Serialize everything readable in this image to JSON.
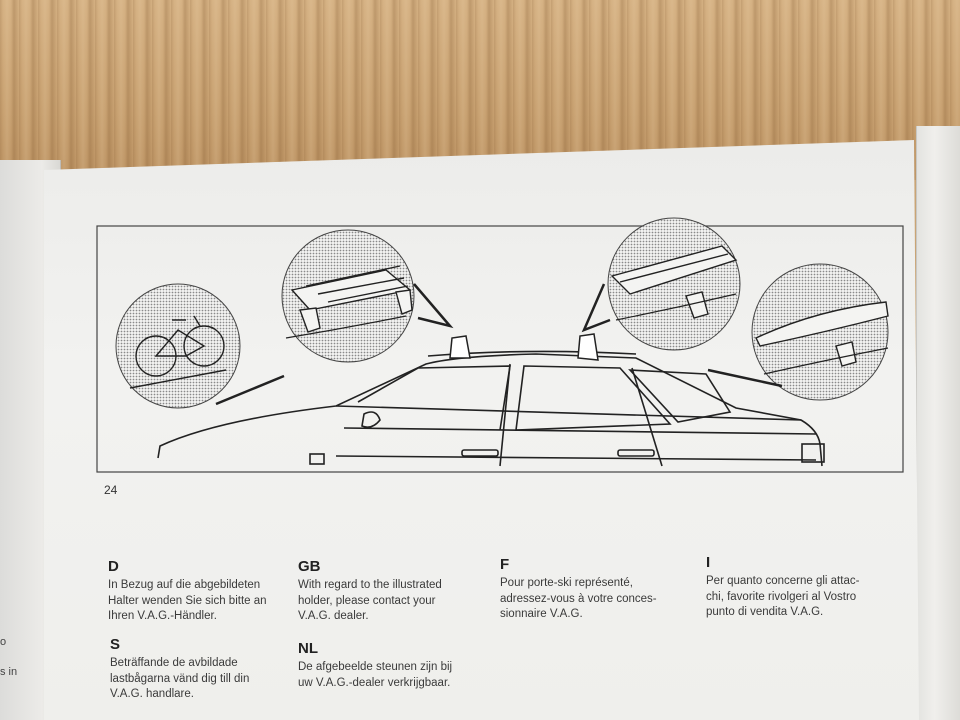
{
  "page_number": "24",
  "left_page_fragments": [
    "o",
    "s in"
  ],
  "instructions": {
    "D": {
      "code": "D",
      "text": "In Bezug auf die abgebildeten\nHalter wenden Sie sich bitte an\nIhren V.A.G.-Händler."
    },
    "S": {
      "code": "S",
      "text": "Beträffande de avbildade\nlastbågarna vänd dig till din\nV.A.G. handlare."
    },
    "GB": {
      "code": "GB",
      "text": "With regard to the illustrated\nholder, please contact your\nV.A.G. dealer."
    },
    "NL": {
      "code": "NL",
      "text": "De afgebeelde steunen zijn bij\nuw V.A.G.-dealer verkrijgbaar."
    },
    "F": {
      "code": "F",
      "text": "Pour porte-ski représenté,\nadressez-vous à votre conces-\nsionnaire V.A.G."
    },
    "I": {
      "code": "I",
      "text": "Per quanto concerne gli attac-\nchi, favorite rivolgeri al Vostro\npunto di vendita V.A.G."
    }
  },
  "illustration": {
    "insets": [
      "bicycle-holder",
      "luggage-rack",
      "ski-box",
      "surfboard-holder"
    ]
  }
}
